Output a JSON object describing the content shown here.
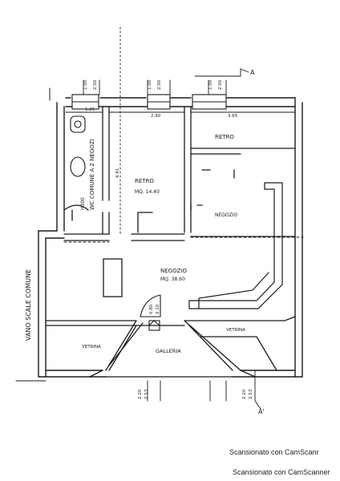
{
  "plan": {
    "rooms": {
      "retro_left": "RETRO",
      "retro_left_area": "MQ. 14.40",
      "retro_right": "RETRO",
      "negozio_right": "NEGOZIO",
      "negozio_main": "NEGOZIO",
      "negozio_main_area": "MQ. 38.60",
      "vetrina_left": "VETRINA",
      "vetrina_right": "VETRINA",
      "galleria": "GALLERIA",
      "wc": "WC COMUNE A 2 NEGOZI",
      "wc_height": "H300",
      "vano_scale": "VANO SCALE COMUNE"
    },
    "dimensions": {
      "d_top_1a": "1.00",
      "d_top_1b": "2.00",
      "d_top_2a": "1.00",
      "d_top_2b": "2.00",
      "d_top_3a": "1.00",
      "d_top_3b": "2.00",
      "w_125": "1.25",
      "w_290": "2.90",
      "w_365": "3.65",
      "h_441": "4.41",
      "door_a": "0.80",
      "door_b": "2.10",
      "d_bot_1a": "2.20",
      "d_bot_1b": "2.53",
      "d_bot_2a": "2.20",
      "d_bot_2b": "2.53"
    },
    "sections": {
      "a_top": "A",
      "a_bottom": "A'"
    }
  },
  "footer": {
    "line1": "Scansionato con CamScanr",
    "line2": "Scansionato con CamScanner"
  }
}
